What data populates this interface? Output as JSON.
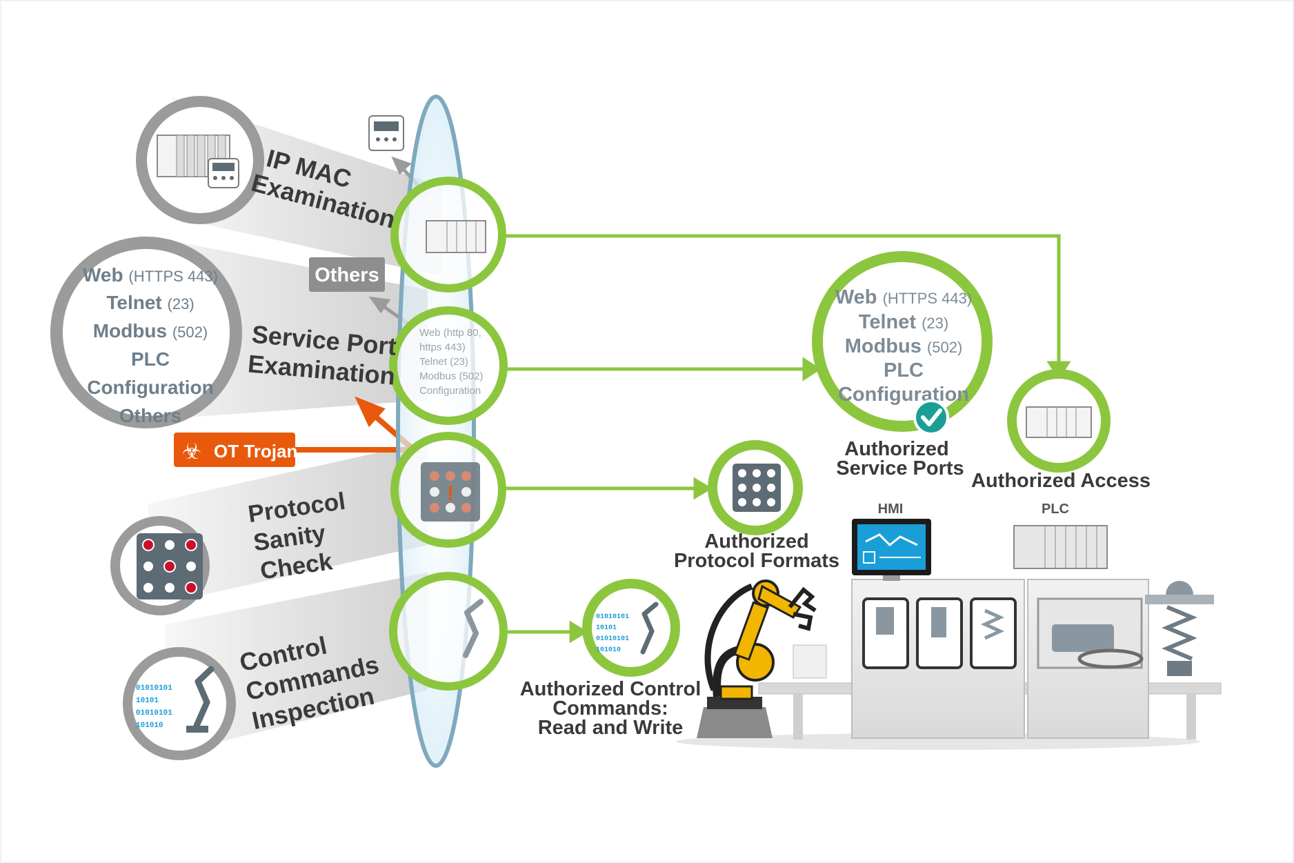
{
  "left_checks": {
    "ip_mac": {
      "line1": "IP MAC",
      "line2": "Examination"
    },
    "service_port": {
      "line1": "Service Port",
      "line2": "Examination"
    },
    "protocol": {
      "line1": "Protocol",
      "line2": "Sanity",
      "line3": "Check"
    },
    "control": {
      "line1": "Control",
      "line2": "Commands",
      "line3": "Inspection"
    }
  },
  "service_list": {
    "web": "Web",
    "web_port": "(HTTPS 443)",
    "telnet": "Telnet",
    "telnet_port": "(23)",
    "modbus": "Modbus",
    "modbus_port": "(502)",
    "plc": "PLC",
    "config": "Configuration",
    "others": "Others"
  },
  "others_label": "Others",
  "trojan_label": "OT Trojan",
  "lens_service_text": {
    "l1": "Web (http 80,",
    "l2": "https 443)",
    "l3": "Telnet (23)",
    "l4": "Modbus (502)",
    "l5": "Configuration"
  },
  "binary": {
    "b1": "01010101",
    "b2": "10101",
    "b3": "01010101",
    "b4": "101010"
  },
  "authorized_service_list": {
    "web": "Web",
    "web_port": "(HTTPS 443)",
    "telnet": "Telnet",
    "telnet_port": "(23)",
    "modbus": "Modbus",
    "modbus_port": "(502)",
    "plc": "PLC",
    "config": "Configuration"
  },
  "outcomes": {
    "service_ports": {
      "line1": "Authorized",
      "line2": "Service Ports"
    },
    "access": "Authorized Access",
    "protocol_formats": {
      "line1": "Authorized",
      "line2": "Protocol Formats"
    },
    "control": {
      "line1": "Authorized Control",
      "line2": "Commands:",
      "line3": "Read and Write"
    }
  },
  "equipment": {
    "hmi": "HMI",
    "plc": "PLC"
  },
  "colors": {
    "green": "#8cc63f",
    "gray": "#9b9b9b",
    "orange": "#e8590c",
    "dark_text": "#333333",
    "slate_text": "#6d7f8c",
    "teal": "#1a9e96"
  }
}
